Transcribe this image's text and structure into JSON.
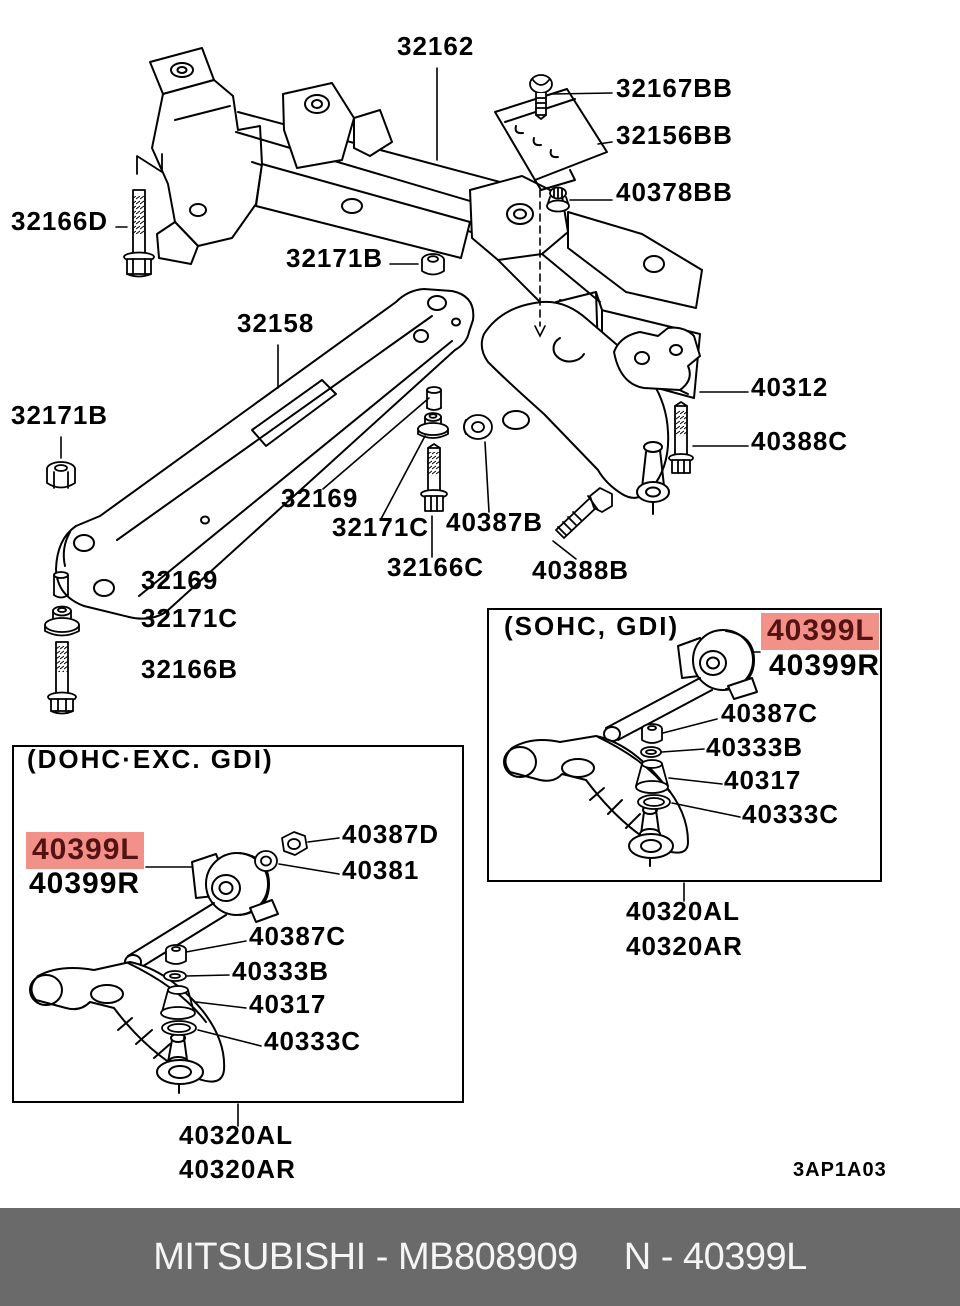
{
  "labels": {
    "main": {
      "s32162": "32162",
      "s32167bb": "32167BB",
      "s32156bb": "32156BB",
      "s40378bb": "40378BB",
      "s32166d": "32166D",
      "s32171b_top": "32171B",
      "s32158": "32158",
      "s32171b_left": "32171B",
      "s40312": "40312",
      "s40388c": "40388C",
      "s32169_mid": "32169",
      "s32171c_mid": "32171C",
      "s40387b": "40387B",
      "s32166c": "32166C",
      "s40388b": "40388B",
      "s32169_left": "32169",
      "s32171c_left": "32171C",
      "s32166b": "32166B"
    },
    "dohc": {
      "header": "(DOHC·EXC. GDI)",
      "highlight": "40399L",
      "right_variant": "40399R",
      "s40387d": "40387D",
      "s40381": "40381",
      "s40387c": "40387C",
      "s40333b": "40333B",
      "s40317": "40317",
      "s40333c": "40333C",
      "sub1": "40320AL",
      "sub2": "40320AR"
    },
    "sohc": {
      "header": "(SOHC, GDI)",
      "highlight": "40399L",
      "right_variant": "40399R",
      "s40387c": "40387C",
      "s40333b": "40333B",
      "s40317": "40317",
      "s40333c": "40333C",
      "sub1": "40320AL",
      "sub2": "40320AR"
    },
    "plate_code": "3AP1A03"
  },
  "footer": {
    "brand": "MITSUBISHI - MB808909",
    "part": "N - 40399L"
  },
  "colors": {
    "highlight_bg": "#f2908a",
    "highlight_text": "#541312",
    "footer_bg": "#6a6a6a",
    "footer_text": "#f5f5f5",
    "line": "#000000",
    "background": "#ffffff"
  }
}
